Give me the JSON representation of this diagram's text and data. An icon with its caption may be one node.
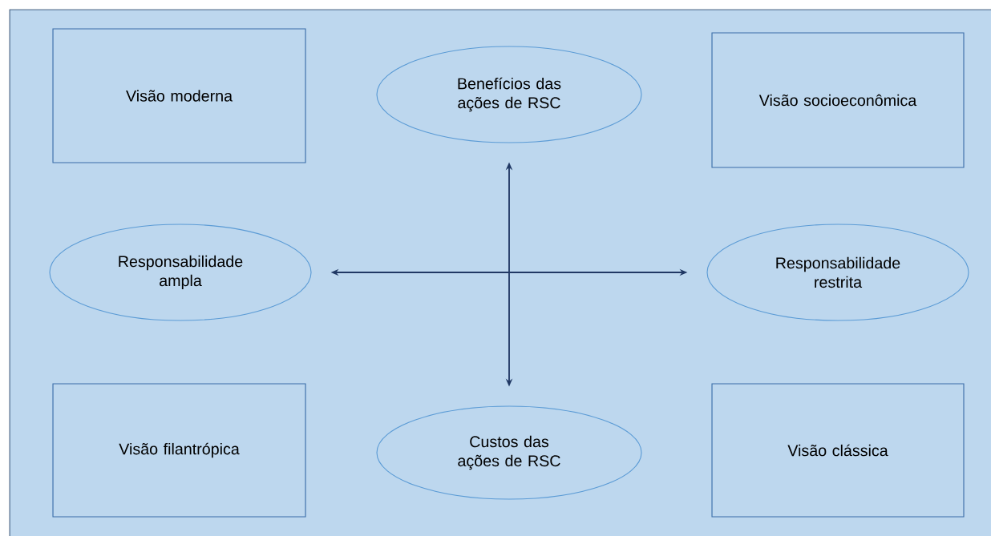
{
  "diagram": {
    "nodes": [
      {
        "text": [
          "Visão moderna"
        ]
      },
      {
        "text": [
          "Benefícios das ações de RSC"
        ]
      },
      {
        "text": [
          "Visão socioeconômica"
        ]
      },
      {
        "text": [
          "Responsabilidade ampla"
        ]
      },
      {
        "text": [
          "Responsabilidade restrita"
        ]
      },
      {
        "text": [
          "Visão filantrópica"
        ]
      },
      {
        "text": [
          "Custos das ações de RSC"
        ]
      },
      {
        "text": [
          "Visão clássica"
        ]
      }
    ],
    "edges": [
      {
        "from": 1,
        "to": 6,
        "arrow": "both"
      },
      {
        "from": 3,
        "to": 4,
        "arrow": "both"
      }
    ]
  }
}
